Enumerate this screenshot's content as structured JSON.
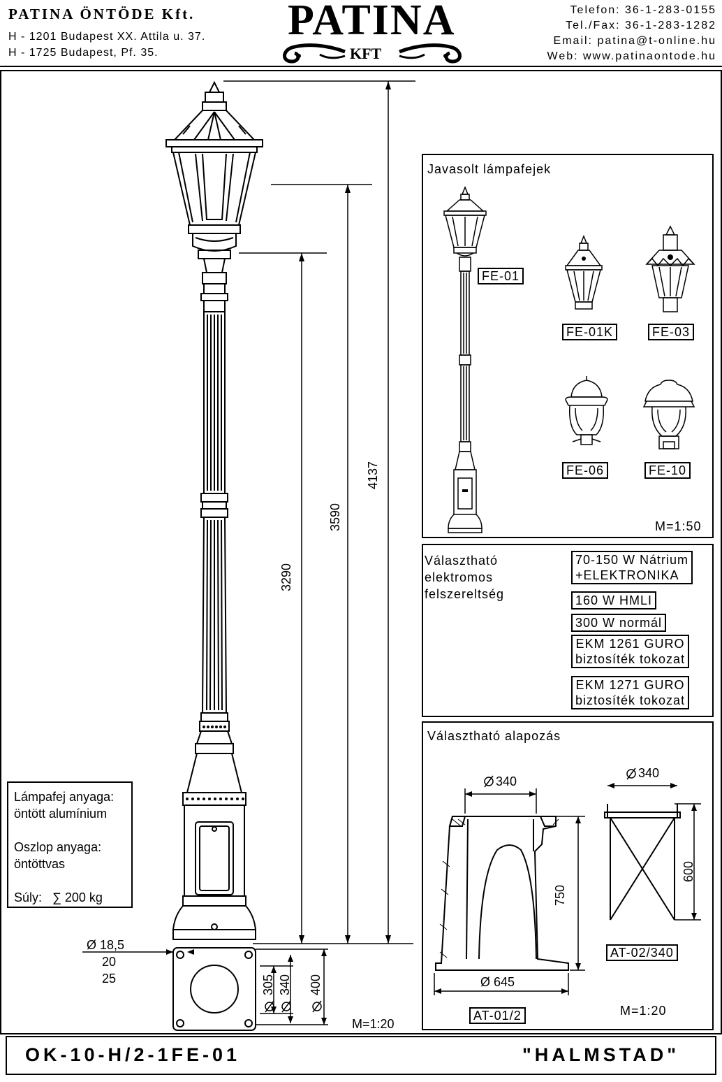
{
  "header": {
    "company": "PATINA ÖNTÖDE Kft.",
    "address1": "H - 1201 Budapest XX. Attila u. 37.",
    "address2": "H - 1725 Budapest, Pf. 35.",
    "logo_main": "PATINA",
    "logo_sub": "KFT",
    "phone": "Telefon: 36-1-283-0155",
    "fax": "Tel./Fax: 36-1-283-1282",
    "email": "Email: patina@t-online.hu",
    "web": "Web: www.patinaontode.hu"
  },
  "drawing": {
    "dims": {
      "total": "4137",
      "mid": "3590",
      "low": "3290"
    },
    "base_dims": {
      "d1": "Ø 18,5",
      "d2": "20",
      "d3": "25",
      "v1": "305",
      "v2": "340",
      "v3": "400"
    },
    "scale": "M=1:20"
  },
  "materials": {
    "lamp_label": "Lámpafej anyaga:",
    "lamp_value": "öntött alumínium",
    "pole_label": "Oszlop anyaga:",
    "pole_value": "öntöttvas",
    "weight_label": "Súly:",
    "weight_value": "∑ 200 kg"
  },
  "lamps": {
    "title": "Javasolt lámpafejek",
    "items": [
      "FE-01",
      "FE-01K",
      "FE-03",
      "FE-06",
      "FE-10"
    ],
    "scale": "M=1:50"
  },
  "electrical": {
    "title_l1": "Választható",
    "title_l2": "elektromos",
    "title_l3": "felszereltség",
    "opt1_l1": "70-150 W Nátrium",
    "opt1_l2": "+ELEKTRONIKA",
    "opt2": "160 W HMLI",
    "opt3": "300 W normál",
    "opt4_l1": "EKM 1261 GURO",
    "opt4_l2": "biztosíték tokozat",
    "opt5_l1": "EKM 1271 GURO",
    "opt5_l2": "biztosíték tokozat"
  },
  "foundation": {
    "title": "Választható alapozás",
    "a_top": "340",
    "a_height": "750",
    "a_bottom": "Ø 645",
    "a_code": "AT-01/2",
    "b_top": "340",
    "b_height": "600",
    "b_code": "AT-02/340",
    "scale": "M=1:20"
  },
  "footer": {
    "code": "OK-10-H/2-1FE-01",
    "name": "\"HALMSTAD\""
  }
}
